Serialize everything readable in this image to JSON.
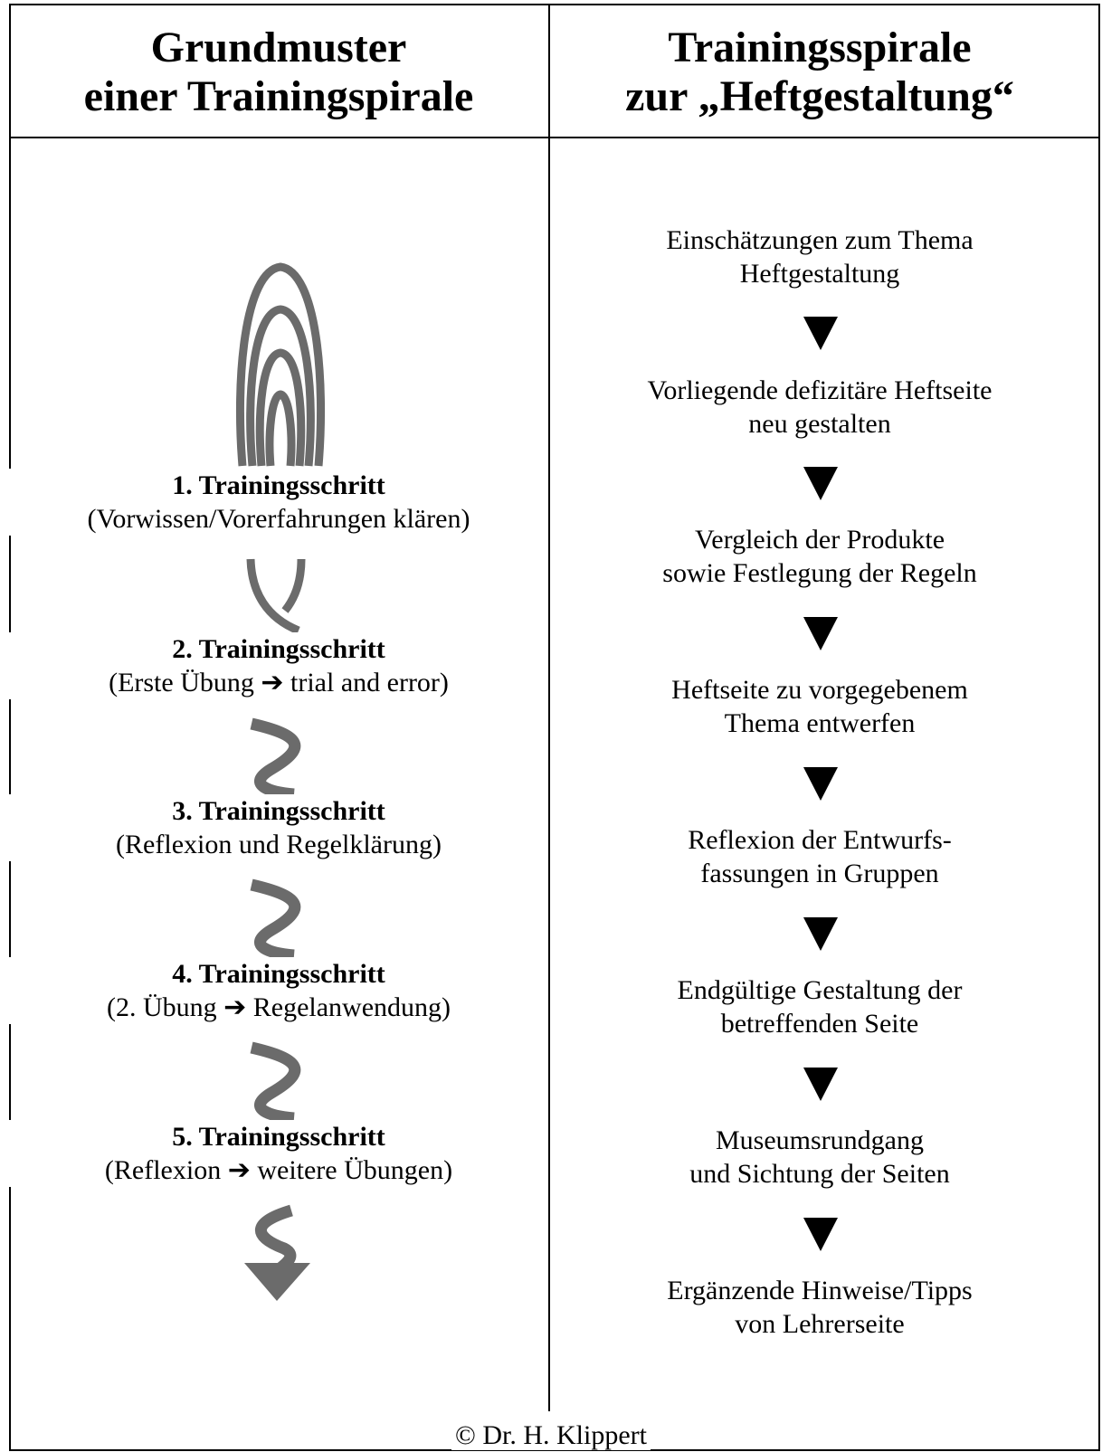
{
  "left_header": {
    "line1": "Grundmuster",
    "line2": "einer Trainingspirale"
  },
  "right_header": {
    "line1": "Trainingsspirale",
    "line2": "zur „Heftgestaltung“"
  },
  "steps": [
    {
      "title": "1. Trainingsschritt",
      "subtitle": "(Vorwissen/Vorerfahrungen klären)"
    },
    {
      "title": "2. Trainingsschritt",
      "subtitle": "(Erste Übung ➔ trial and error)"
    },
    {
      "title": "3. Trainingsschritt",
      "subtitle": "(Reflexion und Regelklärung)"
    },
    {
      "title": "4. Trainingsschritt",
      "subtitle": "(2. Übung ➔ Regelanwendung)"
    },
    {
      "title": "5. Trainingsschritt",
      "subtitle": "(Reflexion ➔ weitere Übungen)"
    }
  ],
  "flow": [
    {
      "line1": "Einschätzungen zum Thema",
      "line2": "Heftgestaltung"
    },
    {
      "line1": "Vorliegende defizitäre Heftseite",
      "line2": "neu gestalten"
    },
    {
      "line1": "Vergleich der Produkte",
      "line2": "sowie Festlegung der Regeln"
    },
    {
      "line1": "Heftseite zu vorgegebenem",
      "line2": "Thema entwerfen"
    },
    {
      "line1": "Reflexion der Entwurfs-",
      "line2": "fassungen in Gruppen"
    },
    {
      "line1": "Endgültige Gestaltung der",
      "line2": "betreffenden Seite"
    },
    {
      "line1": "Museumsrundgang",
      "line2": "und Sichtung der Seiten"
    },
    {
      "line1": "Ergänzende Hinweise/Tipps",
      "line2": "von Lehrerseite"
    }
  ],
  "copyright": "© Dr. H. Klippert",
  "colors": {
    "spiral": "#6b6b6b",
    "lines": "#000000",
    "arrows": "#000000"
  }
}
